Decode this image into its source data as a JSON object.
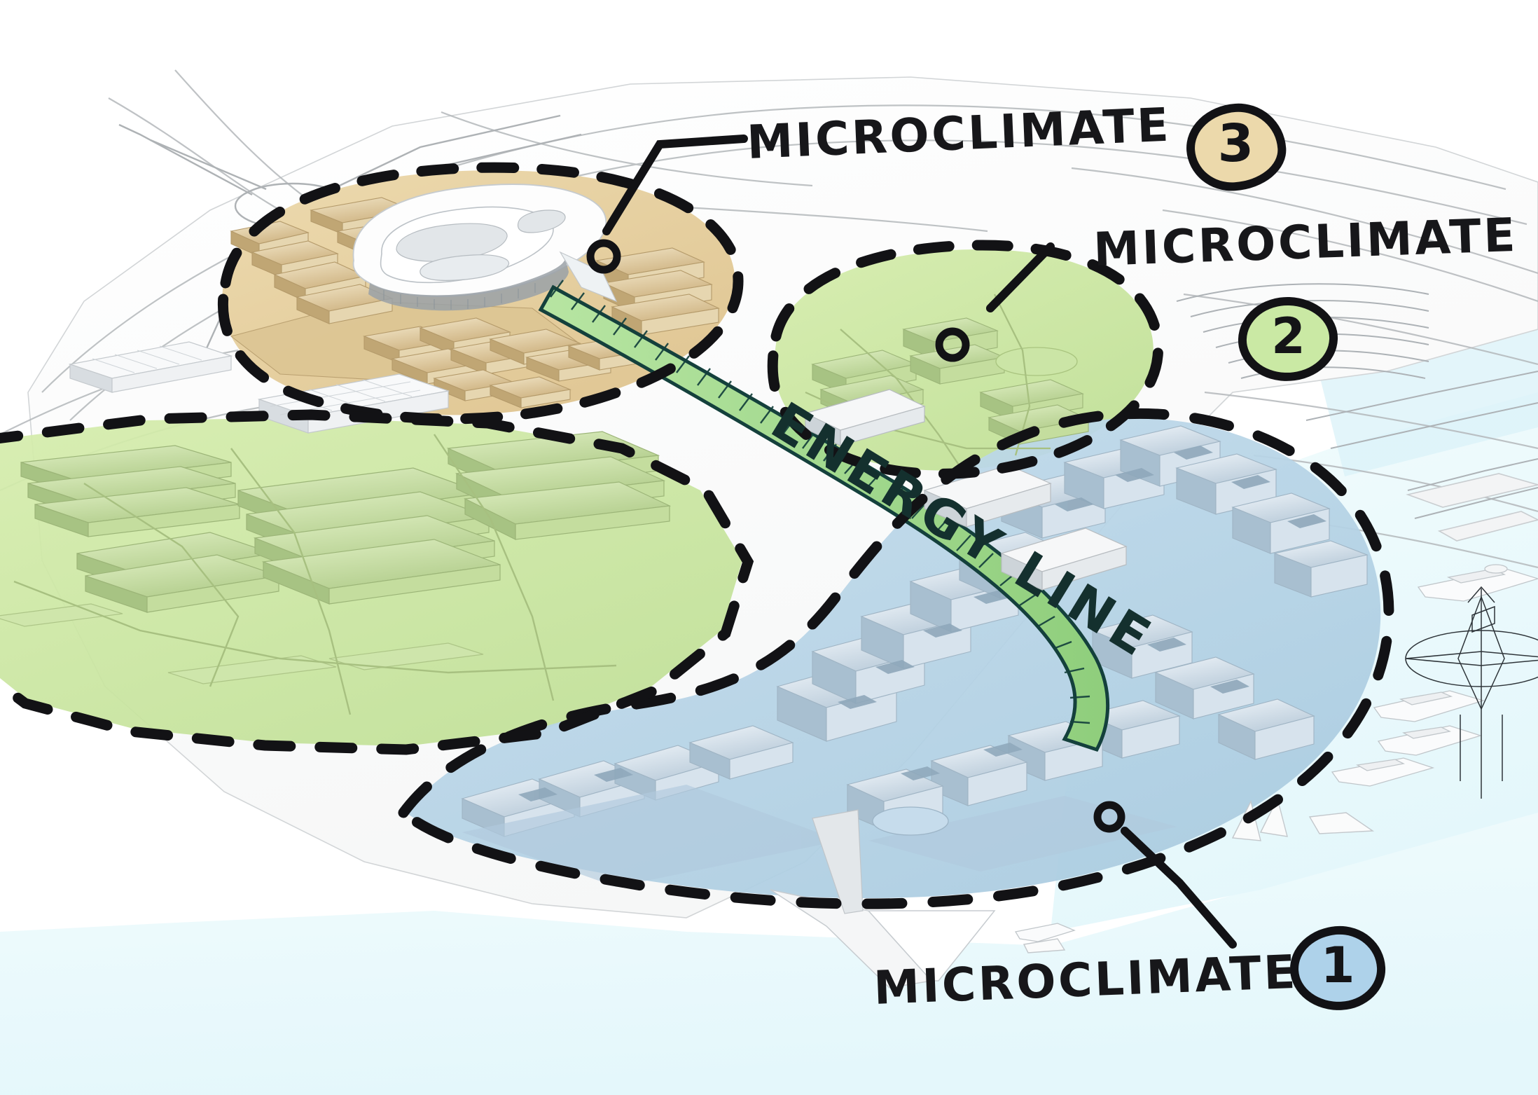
{
  "scene": {
    "type": "architectural-massing-diagram",
    "description": "3D urban masterplan aerial render with hand-annotated microclimate zones",
    "background_color": "#ffffff",
    "water_color": "#eafafc",
    "ground_color": "#fbfbfb"
  },
  "zones": [
    {
      "id": "zone-3",
      "number": "3",
      "label": "MICROCLIMATE",
      "fill_color": "#e8d3a4",
      "badge_fill": "#ecd9ab",
      "boundary_style": "dashed-hand-drawn",
      "boundary_color": "#111114"
    },
    {
      "id": "zone-2",
      "number": "2",
      "label": "MICROCLIMATE",
      "fill_color": "#cde8a6",
      "badge_fill": "#cae9a4",
      "boundary_style": "dashed-hand-drawn",
      "boundary_color": "#111114"
    },
    {
      "id": "zone-1",
      "number": "1",
      "label": "MICROCLIMATE",
      "fill_color": "#b9d6e8",
      "badge_fill": "#aed2ea",
      "boundary_style": "dashed-hand-drawn",
      "boundary_color": "#111114"
    },
    {
      "id": "zone-green-west",
      "number": "",
      "label": "",
      "fill_color": "#cde8a6",
      "badge_fill": "",
      "boundary_style": "dashed-hand-drawn",
      "boundary_color": "#111114"
    }
  ],
  "annotations": {
    "microclimate_3": {
      "text": "MICROCLIMATE",
      "badge": "3"
    },
    "microclimate_2": {
      "text": "MICROCLIMATE",
      "badge": "2"
    },
    "microclimate_1": {
      "text": "MICROCLIMATE",
      "badge": "1"
    },
    "energy_line": {
      "text": "ENERGY LINE",
      "color": "#1b3a38",
      "corridor_fill": "#a9dd96"
    }
  },
  "map_elements": {
    "compass_label": "north-arrow",
    "boats_count": 5,
    "landmark_building": "white-organic-pavilion"
  }
}
